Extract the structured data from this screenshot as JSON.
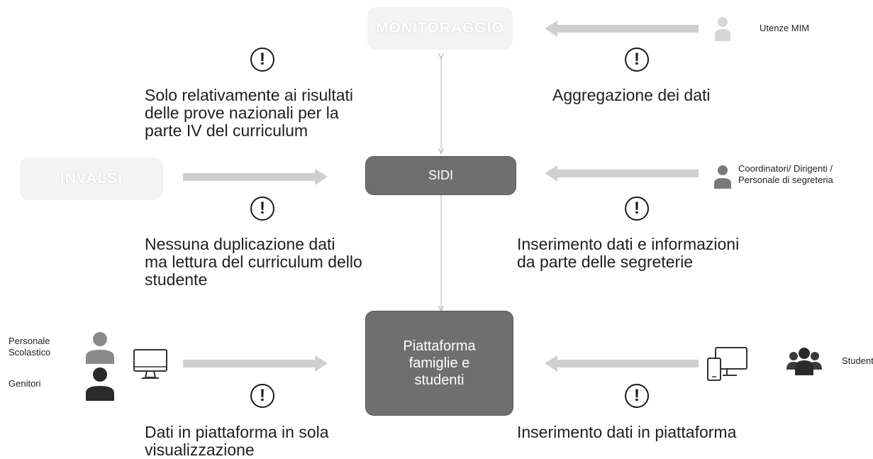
{
  "nodes": {
    "monitoraggio": "MONITORAGGIO",
    "invalsi": "INVALSI",
    "sidi": "SIDI",
    "piattaforma": "Piattaforma\nfamiglie e\nstudenti"
  },
  "notes": {
    "top_left": "Solo relativamente ai risultati\ndelle prove nazionali per la\nparte IV del curriculum",
    "top_right": "Aggregazione dei dati",
    "mid_left": "Nessuna duplicazione dati\nma lettura del curriculum dello\nstudente",
    "mid_right": "Inserimento dati e informazioni\nda parte delle segreterie",
    "bottom_left": "Dati in piattaforma in sola\nvisualizzazione",
    "bottom_right": "Inserimento dati in piattaforma"
  },
  "alert_symbol": "!",
  "actors": {
    "utenze_mim": "Utenze MIM",
    "coordinatori": "Coordinatori/ Dirigenti /\nPersonale di segreteria",
    "personale_scolastico": "Personale\nScolastico",
    "genitori": "Genitori",
    "studenti": "Studenti"
  },
  "icons": {
    "utenze_mim": "person-icon",
    "coordinatori": "person-icon",
    "personale_scolastico": "person-icon",
    "genitori": "person-icon",
    "studenti": "group-icon",
    "monitor": "monitor-icon",
    "devices": "devices-icon",
    "alert": "exclamation-circle-icon"
  },
  "colors": {
    "dark_box": "#6f6f6f",
    "ghost_box": "#f3f3f3",
    "arrow": "#cfcfcf",
    "connector": "#b5b5b5"
  }
}
